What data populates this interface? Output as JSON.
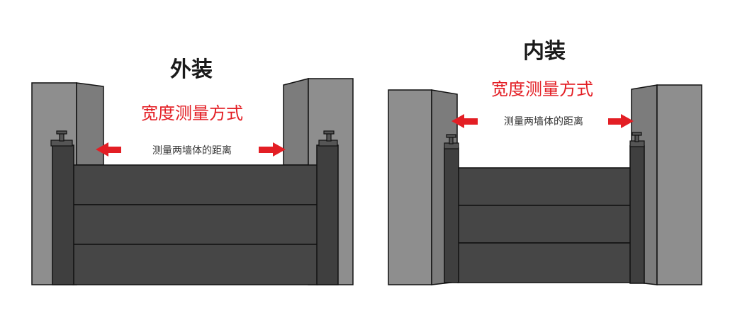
{
  "colors": {
    "accent_red": "#e31e24",
    "wall_light": "#8c8c8c",
    "wall_shade": "#7a7a7a",
    "post": "#3f3f3f",
    "panel": "#444444",
    "outline": "#111111"
  },
  "outer": {
    "title": "外装",
    "subtitle": "宽度测量方式",
    "measure_label": "测量两墙体的距离"
  },
  "inner": {
    "title": "内装",
    "subtitle": "宽度测量方式",
    "measure_label": "测量两墙体的距离"
  }
}
